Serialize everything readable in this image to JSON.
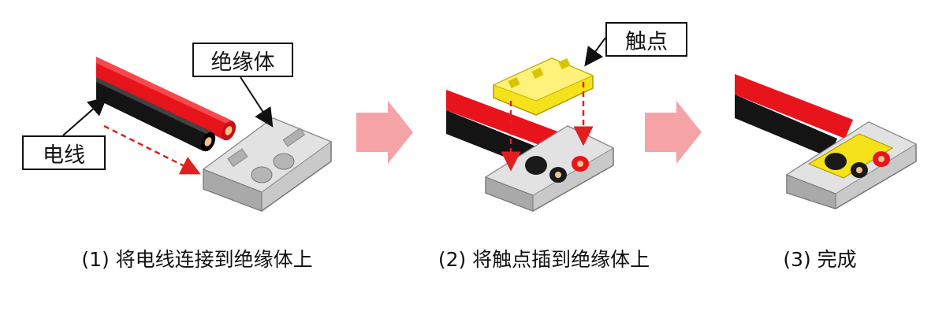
{
  "callouts": {
    "wire": "电线",
    "insulator": "绝缘体",
    "contact": "触点"
  },
  "steps": [
    {
      "caption": "(1) 将电线连接到绝缘体上"
    },
    {
      "caption": "(2) 将触点插到绝缘体上"
    },
    {
      "caption": "(3) 完成"
    }
  ],
  "colors": {
    "wire_red": "#e8141c",
    "wire_black": "#141414",
    "insulator_gray": "#c9c9c9",
    "contact_yellow": "#f5e21b",
    "step_arrow_pink": "#f5a3a6",
    "guide_arrow_red": "#e02020"
  }
}
